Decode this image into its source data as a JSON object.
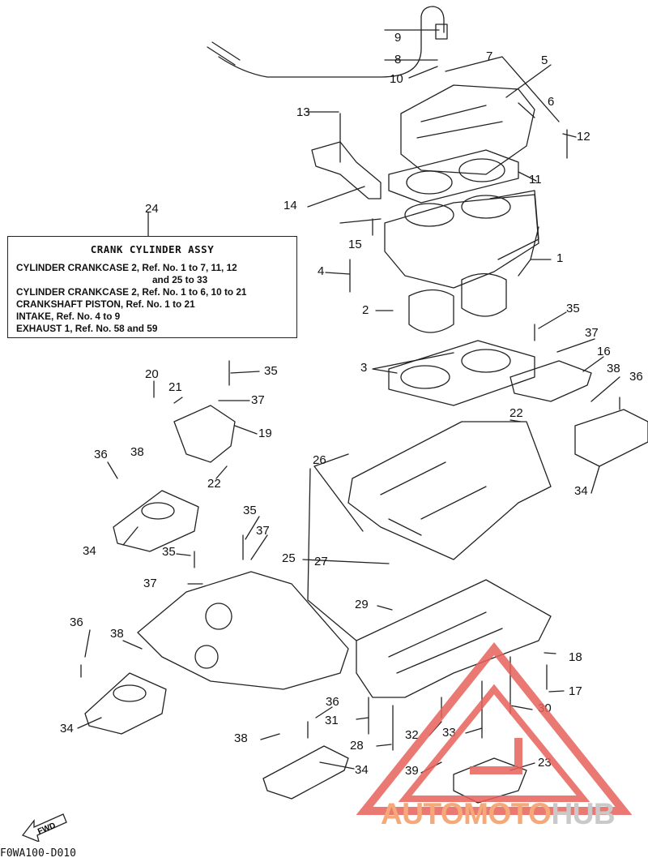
{
  "assy_table": {
    "title": "CRANK CYLINDER ASSY",
    "lines": [
      "CYLINDER CRANKCASE 2,  Ref. No. 1 to 7, 11, 12",
      "and 25 to 33",
      "CYLINDER CRANKCASE 2,  Ref. No. 1 to 6, 10 to 21",
      "CRANKSHAFT PISTON,  Ref. No. 1 to 21",
      "INTAKE,           Ref. No. 4 to 9",
      "EXHAUST 1,  Ref. No. 58 and 59"
    ]
  },
  "callouts": [
    "9",
    "8",
    "7",
    "10",
    "5",
    "13",
    "6",
    "12",
    "11",
    "14",
    "24",
    "15",
    "1",
    "4",
    "2",
    "35",
    "3",
    "37",
    "16",
    "38",
    "36",
    "20",
    "21",
    "35",
    "37",
    "22",
    "19",
    "26",
    "36",
    "38",
    "22",
    "34",
    "35",
    "37",
    "34",
    "35",
    "25",
    "27",
    "37",
    "29",
    "36",
    "38",
    "18",
    "17",
    "30",
    "34",
    "36",
    "31",
    "38",
    "32",
    "33",
    "28",
    "34",
    "39",
    "23"
  ],
  "footer_code": "F0WA100-D010",
  "fwd_label": "FWD",
  "watermark": {
    "part_a": "AUTOMOTO",
    "part_b": "HUB"
  },
  "colors": {
    "ink": "#222222",
    "watermark_red": "#e8615a",
    "watermark_orange": "#f5a878",
    "watermark_gray": "#c9c9c9"
  }
}
